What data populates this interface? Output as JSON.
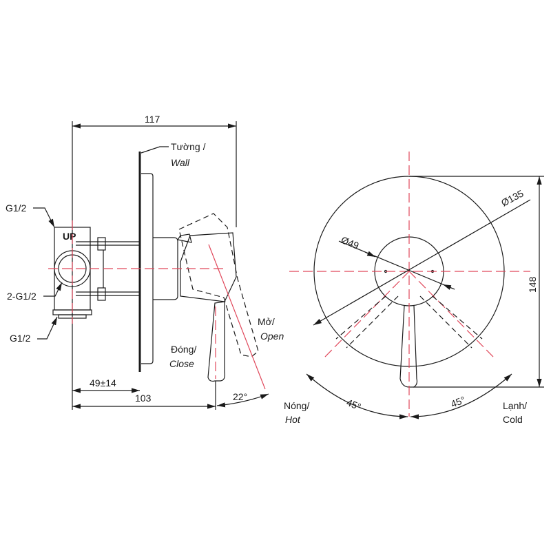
{
  "side_view": {
    "dim_overall": "117",
    "dim_wall_depth": "49±14",
    "dim_lever": "103",
    "angle_open": "22°",
    "wall_label": "Tường /",
    "wall_label_en": "Wall",
    "inlet_top": "G1/2",
    "inlet_side": "2-G1/2",
    "inlet_bottom": "G1/2",
    "body_mark": "UP",
    "open_label": "Mở/",
    "open_label_en": "Open",
    "close_label": "Đóng/",
    "close_label_en": "Close"
  },
  "front_view": {
    "dim_plate": "Ø135",
    "dim_hub": "Ø49",
    "dim_height": "148",
    "angle_hot": "45°",
    "angle_cold": "45°",
    "hot_label": "Nóng/",
    "hot_label_en": "Hot",
    "cold_label": "Lạnh/",
    "cold_label_en": "Cold"
  },
  "colors": {
    "line": "#1a1a1a",
    "centerline": "#e0475a"
  }
}
